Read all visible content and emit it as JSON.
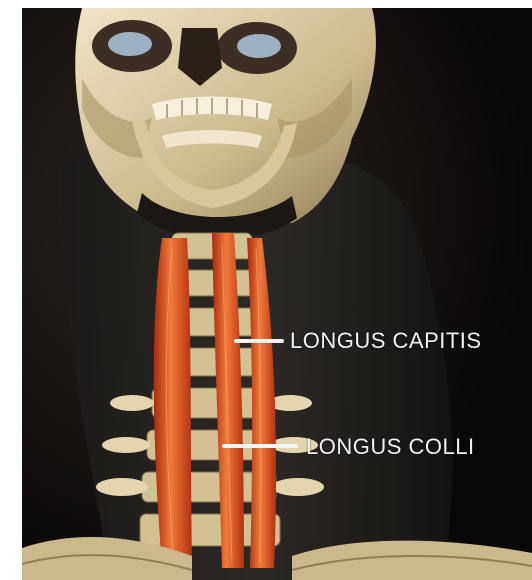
{
  "labels": {
    "upper": "LONGUS CAPITIS",
    "lower": "LONGUS COLLI"
  },
  "colors": {
    "background": "#0c0a08",
    "bone": "#d9c9a0",
    "muscle": "#e0541f",
    "label_text": "#f2f2f2"
  },
  "icons": {
    "figure": "anatomy-skull-neck-illustration"
  }
}
